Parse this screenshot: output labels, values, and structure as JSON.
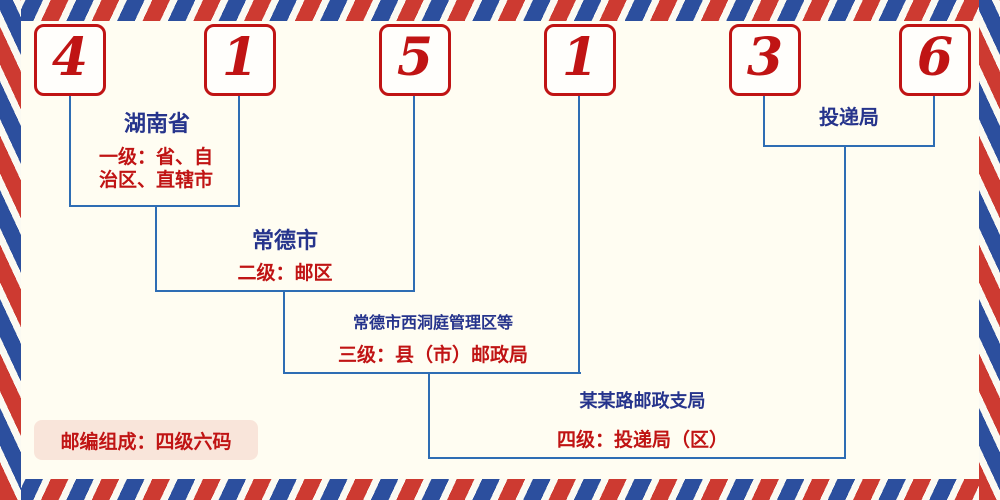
{
  "postal_code": {
    "digits": [
      "4",
      "1",
      "5",
      "1",
      "3",
      "6"
    ]
  },
  "levels": [
    {
      "place": "湖南省",
      "desc": "一级：省、自\n治区、直辖市"
    },
    {
      "place": "常德市",
      "desc": "二级：邮区"
    },
    {
      "place": "常德市西洞庭管理区等",
      "desc": "三级：县（市）邮政局"
    },
    {
      "place": "某某路邮政支局",
      "desc": "四级：投递局（区）"
    }
  ],
  "delivery_office_label": "投递局",
  "footer_note": "邮编组成：四级六码",
  "colors": {
    "digit_red": "#c01414",
    "place_blue": "#26348c",
    "desc_red": "#c01414",
    "line_blue": "#2e6db4",
    "stripe_red": "#cd3a31",
    "stripe_blue": "#2c4f9e",
    "background": "#fffdf2"
  }
}
